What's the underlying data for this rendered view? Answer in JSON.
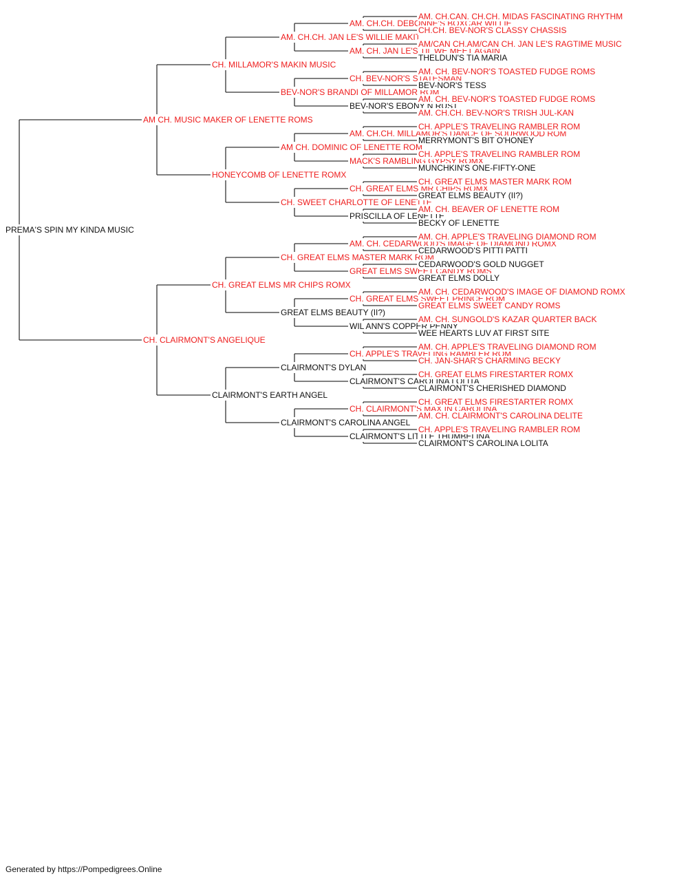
{
  "colors": {
    "champion": "#ee1c1c",
    "regular": "#111111",
    "line": "#333333"
  },
  "footer": "Generated by https://Pompedigrees.Online",
  "pedigree": {
    "name": "PREMA'S SPIN MY KINDA MUSIC",
    "ch": false,
    "sire": {
      "name": "AM CH. MUSIC MAKER OF LENETTE ROMS",
      "ch": true,
      "sire": {
        "name": "CH. MILLAMOR'S MAKIN MUSIC",
        "ch": true,
        "sire": {
          "name": "AM. CH.CH. JAN LE'S WILLIE MAKIT",
          "ch": true,
          "sire": {
            "name": "AM. CH.CH. DEBONNE'S BOXCAR WILLIE",
            "ch": true,
            "sire": {
              "name": "AM. CH.CAN. CH.CH. MIDAS FASCINATING RHYTHM",
              "ch": true
            },
            "dam": {
              "name": "CH.CH. BEV-NOR'S CLASSY CHASSIS",
              "ch": true
            }
          },
          "dam": {
            "name": "AM. CH. JAN LE'S TIL WE MEET AGAIN",
            "ch": true,
            "sire": {
              "name": "AM/CAN CH.AM/CAN CH. JAN LE'S RAGTIME MUSIC",
              "ch": true
            },
            "dam": {
              "name": "THELDUN'S TIA MARIA",
              "ch": false
            }
          }
        },
        "dam": {
          "name": "BEV-NOR'S BRANDI OF MILLAMOR ROM",
          "ch": true,
          "sire": {
            "name": "CH. BEV-NOR'S STATESMAN",
            "ch": true,
            "sire": {
              "name": "AM. CH. BEV-NOR'S TOASTED FUDGE ROMS",
              "ch": true
            },
            "dam": {
              "name": "BEV-NOR'S TESS",
              "ch": false
            }
          },
          "dam": {
            "name": "BEV-NOR'S EBONY N RUST",
            "ch": false,
            "sire": {
              "name": "AM. CH. BEV-NOR'S TOASTED FUDGE ROMS",
              "ch": true
            },
            "dam": {
              "name": "AM. CH.CH. BEV-NOR'S TRISH JUL-KAN",
              "ch": true
            }
          }
        }
      },
      "dam": {
        "name": "HONEYCOMB OF LENETTE ROMX",
        "ch": true,
        "sire": {
          "name": "AM CH. DOMINIC OF LENETTE ROM",
          "ch": true,
          "sire": {
            "name": "AM. CH.CH. MILLAMOR'S DANCE OF SOURWOOD ROM",
            "ch": true,
            "sire": {
              "name": "CH. APPLE'S TRAVELING RAMBLER ROM",
              "ch": true
            },
            "dam": {
              "name": "MERRYMONT'S BIT O'HONEY",
              "ch": false
            }
          },
          "dam": {
            "name": "MACK'S RAMBLING GYPSY ROMX",
            "ch": true,
            "sire": {
              "name": "CH. APPLE'S TRAVELING RAMBLER ROM",
              "ch": true
            },
            "dam": {
              "name": "MUNCHKIN'S ONE-FIFTY-ONE",
              "ch": false
            }
          }
        },
        "dam": {
          "name": "CH. SWEET CHARLOTTE OF LENETTE",
          "ch": true,
          "sire": {
            "name": "CH. GREAT ELMS MR CHIPS ROMX",
            "ch": true,
            "sire": {
              "name": "CH. GREAT ELMS MASTER MARK ROM",
              "ch": true
            },
            "dam": {
              "name": "GREAT ELMS BEAUTY (II?)",
              "ch": false
            }
          },
          "dam": {
            "name": "PRISCILLA OF LENETTE",
            "ch": false,
            "sire": {
              "name": "AM. CH. BEAVER OF LENETTE ROM",
              "ch": true
            },
            "dam": {
              "name": "BECKY OF LENETTE",
              "ch": false
            }
          }
        }
      }
    },
    "dam": {
      "name": "CH. CLAIRMONT'S ANGELIQUE",
      "ch": true,
      "sire": {
        "name": "CH. GREAT ELMS MR CHIPS ROMX",
        "ch": true,
        "sire": {
          "name": "CH. GREAT ELMS MASTER MARK ROM",
          "ch": true,
          "sire": {
            "name": "AM. CH. CEDARWOOD'S IMAGE OF DIAMOND ROMX",
            "ch": true,
            "sire": {
              "name": "AM. CH. APPLE'S TRAVELING DIAMOND ROM",
              "ch": true
            },
            "dam": {
              "name": "CEDARWOOD'S PITTI PATTI",
              "ch": false
            }
          },
          "dam": {
            "name": "GREAT ELMS SWEET CANDY ROMS",
            "ch": true,
            "sire": {
              "name": "CEDARWOOD'S GOLD NUGGET",
              "ch": false
            },
            "dam": {
              "name": "GREAT ELMS DOLLY",
              "ch": false
            }
          }
        },
        "dam": {
          "name": "GREAT ELMS BEAUTY (II?)",
          "ch": false,
          "sire": {
            "name": "CH. GREAT ELMS SWEET PRINCE ROM",
            "ch": true,
            "sire": {
              "name": "AM. CH. CEDARWOOD'S IMAGE OF DIAMOND ROMX",
              "ch": true
            },
            "dam": {
              "name": "GREAT ELMS SWEET CANDY ROMS",
              "ch": true
            }
          },
          "dam": {
            "name": "WIL ANN'S COPPER PENNY",
            "ch": false,
            "sire": {
              "name": "AM. CH. SUNGOLD'S KAZAR QUARTER BACK",
              "ch": true
            },
            "dam": {
              "name": "WEE HEARTS LUV AT FIRST SITE",
              "ch": false
            }
          }
        }
      },
      "dam": {
        "name": "CLAIRMONT'S EARTH ANGEL",
        "ch": false,
        "sire": {
          "name": "CLAIRMONT'S DYLAN",
          "ch": false,
          "sire": {
            "name": "CH. APPLE'S TRAVELING RAMBLER ROM",
            "ch": true,
            "sire": {
              "name": "AM. CH. APPLE'S TRAVELING DIAMOND ROM",
              "ch": true
            },
            "dam": {
              "name": "CH. JAN-SHAR'S CHARMING BECKY",
              "ch": true
            }
          },
          "dam": {
            "name": "CLAIRMONT'S CAROLINA LOLITA",
            "ch": false,
            "sire": {
              "name": "CH. GREAT ELMS FIRESTARTER ROMX",
              "ch": true
            },
            "dam": {
              "name": "CLAIRMONT'S CHERISHED DIAMOND",
              "ch": false
            }
          }
        },
        "dam": {
          "name": "CLAIRMONT'S CAROLINA ANGEL",
          "ch": false,
          "sire": {
            "name": "CH. CLAIRMONT'S MAX IN CAROLINA",
            "ch": true,
            "sire": {
              "name": "CH. GREAT ELMS FIRESTARTER ROMX",
              "ch": true
            },
            "dam": {
              "name": "AM. CH. CLAIRMONT'S CAROLINA DELITE",
              "ch": true
            }
          },
          "dam": {
            "name": "CLAIRMONT'S LITTLE THUMBELINA",
            "ch": false,
            "sire": {
              "name": "CH. APPLE'S TRAVELING RAMBLER ROM",
              "ch": true
            },
            "dam": {
              "name": "CLAIRMONT'S CAROLINA LOLITA",
              "ch": false
            }
          }
        }
      }
    }
  }
}
